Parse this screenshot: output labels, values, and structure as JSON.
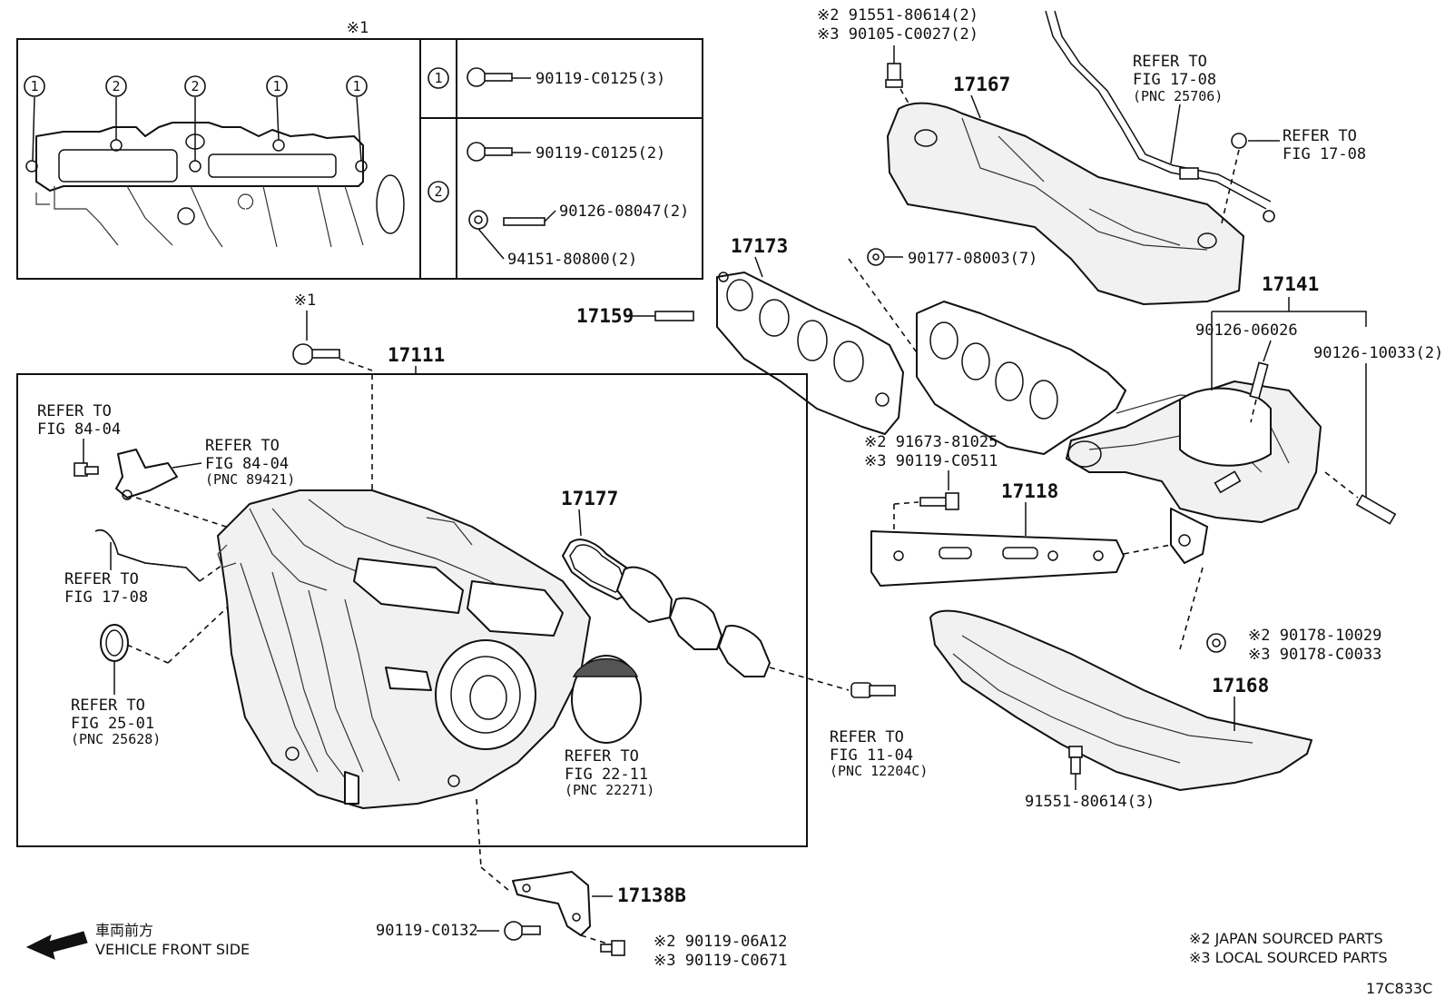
{
  "inset": {
    "title": "※1",
    "callouts": [
      "1",
      "2",
      "2",
      "1",
      "1"
    ],
    "legend": [
      {
        "circle": "1",
        "parts": [
          "90119-C0125(3)"
        ]
      },
      {
        "circle": "2",
        "parts": [
          "90119-C0125(2)",
          "90126-08047(2)",
          "94151-80800(2)"
        ]
      }
    ]
  },
  "labels": {
    "note1_line1": "※2 91551-80614(2)",
    "note1_line2": "※3 90105-C0027(2)",
    "p17167": "17167",
    "refer_17_08_a": [
      "REFER TO",
      "FIG 17-08",
      "(PNC 25706)"
    ],
    "refer_17_08_b": [
      "REFER TO",
      "FIG 17-08"
    ],
    "p90177": "90177-08003(7)",
    "p17173": "17173",
    "p17159": "17159",
    "p17141": "17141",
    "p90126_06026": "90126-06026",
    "p90126_10033": "90126-10033(2)",
    "mark1": "※1",
    "p17111": "17111",
    "refer_84_04_a": [
      "REFER TO",
      "FIG 84-04"
    ],
    "refer_84_04_b": [
      "REFER TO",
      "FIG 84-04",
      "(PNC 89421)"
    ],
    "note2_line1": "※2 91673-81025",
    "note2_line2": "※3 90119-C0511",
    "p17118": "17118",
    "p17177": "17177",
    "refer_17_08_c": [
      "REFER TO",
      "FIG 17-08"
    ],
    "refer_25_01": [
      "REFER TO",
      "FIG 25-01",
      "(PNC 25628)"
    ],
    "refer_22_11": [
      "REFER TO",
      "FIG 22-11",
      "(PNC 22271)"
    ],
    "refer_11_04": [
      "REFER TO",
      "FIG 11-04",
      "(PNC 12204C)"
    ],
    "note3_line1": "※2 90178-10029",
    "note3_line2": "※3 90178-C0033",
    "p17168": "17168",
    "p91551_3": "91551-80614(3)",
    "p17138b": "17138B",
    "p90119_c0132": "90119-C0132",
    "note4_line1": "※2 90119-06A12",
    "note4_line2": "※3 90119-C0671",
    "front_jp": "車両前方",
    "front_en": "VEHICLE FRONT SIDE",
    "legend_japan": "※2 JAPAN SOURCED PARTS",
    "legend_local": "※3 LOCAL SOURCED PARTS",
    "figure_code": "17C833C"
  }
}
